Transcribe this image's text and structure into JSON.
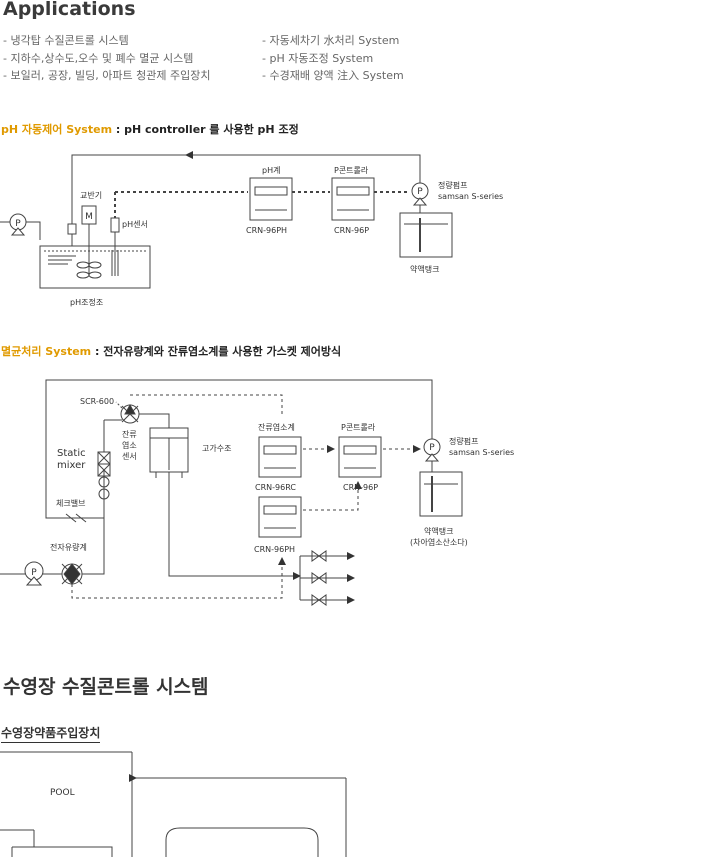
{
  "heading": "Applications",
  "applications": {
    "left": [
      "- 냉각탑 수질콘트롤 시스템",
      "- 지하수,상수도,오수 및 폐수 멸균 시스템",
      "- 보일러, 공장, 빌딩, 아파트 청관제 주입장치"
    ],
    "right": [
      "- 자동세차기 水처리 System",
      "- pH 자동조정 System",
      "- 수경재배 양액 注入 System"
    ]
  },
  "section1": {
    "accent": "pH 자동제어 System",
    "rest": " : pH controller 를 사용한 pH 조정",
    "labels": {
      "pump_letter": "P",
      "mixer": "교반기",
      "mixer_letter": "M",
      "sensor": "pH센서",
      "tank": "pH조정조",
      "meter": "pH계",
      "controller": "P콘트롤라",
      "meter_model": "CRN-96PH",
      "controller_model": "CRN-96P",
      "dosing_pump": "정량펌프",
      "dosing_pump_model": "samsan S-series",
      "chem_tank": "약액탱크"
    }
  },
  "section2": {
    "accent": "멸균처리 System",
    "rest": " : 전자유량계와 잔류염소계를 사용한 가스켓 제어방식",
    "labels": {
      "scr": "SCR-600",
      "res_sensor": [
        "잔류",
        "염소",
        "센서"
      ],
      "static_mixer": [
        "Static",
        "mixer"
      ],
      "check_valve": "체크밸브",
      "flowmeter": "전자유량계",
      "pump_letter": "P",
      "head_tank": "고가수조",
      "res_meter": "잔류염소계",
      "res_model": "CRN-96RC",
      "controller": "P콘트롤라",
      "controller_model": "CRN-96P",
      "ph_model": "CRN-96PH",
      "dosing_pump": "정량펌프",
      "dosing_pump_model": "samsan S-series",
      "chem_tank": "약액탱크",
      "chem_tank_note": "(차아염소산소다)"
    }
  },
  "section3": {
    "title": "수영장 수질콘트롤 시스템",
    "subtitle": "수영장약품주입장치",
    "pool": "POOL"
  }
}
